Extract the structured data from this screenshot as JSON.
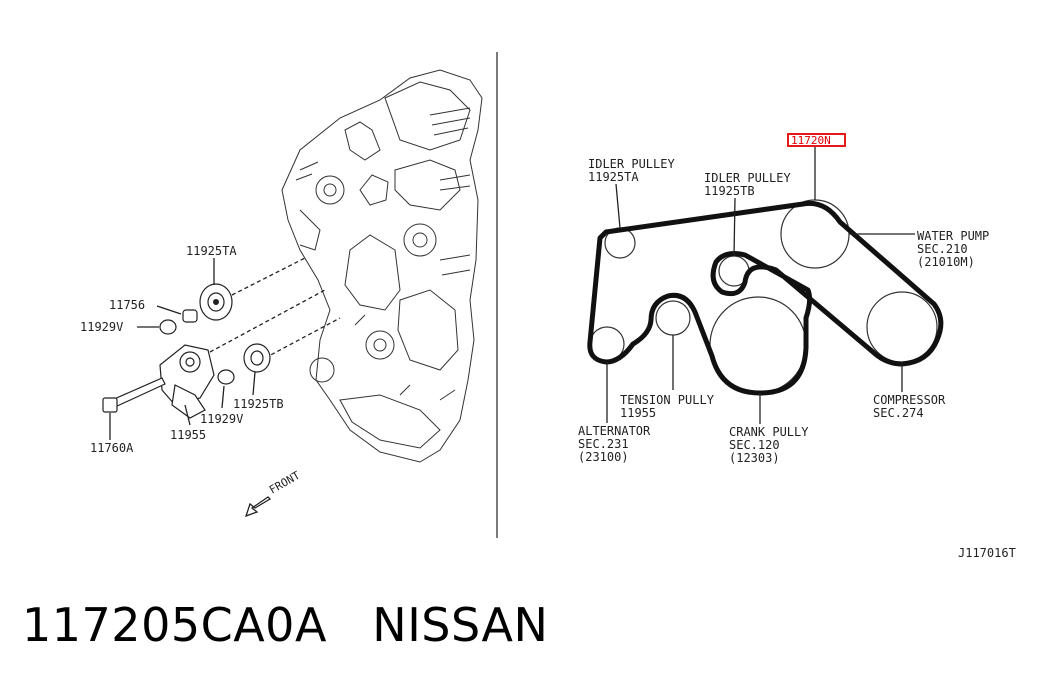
{
  "diagram": {
    "left": {
      "labels": {
        "idler_ta": "11925TA",
        "p11756": "11756",
        "p11929v_top": "11929V",
        "p11929v_bottom": "11929V",
        "idler_tb": "11925TB",
        "p11955": "11955",
        "p11760a": "11760A",
        "front": "FRONT"
      }
    },
    "right": {
      "highlight_part": "11720N",
      "highlight_color": "#e00000",
      "labels": {
        "idler_ta_name": "IDLER PULLEY",
        "idler_ta_num": "11925TA",
        "idler_tb_name": "IDLER PULLEY",
        "idler_tb_num": "11925TB",
        "water_pump_name": "WATER PUMP",
        "water_pump_sec": "SEC.210",
        "water_pump_num": "(21010M)",
        "tension_name": "TENSION PULLY",
        "tension_num": "11955",
        "alternator_name": "ALTERNATOR",
        "alternator_sec": "SEC.231",
        "alternator_num": "(23100)",
        "crank_name": "CRANK PULLY",
        "crank_sec": "SEC.120",
        "crank_num": "(12303)",
        "compressor_name": "COMPRESSOR",
        "compressor_sec": "SEC.274"
      }
    },
    "diagram_code": "J117016T"
  },
  "footer": {
    "part_number": "117205CA0A",
    "brand": "NISSAN"
  }
}
